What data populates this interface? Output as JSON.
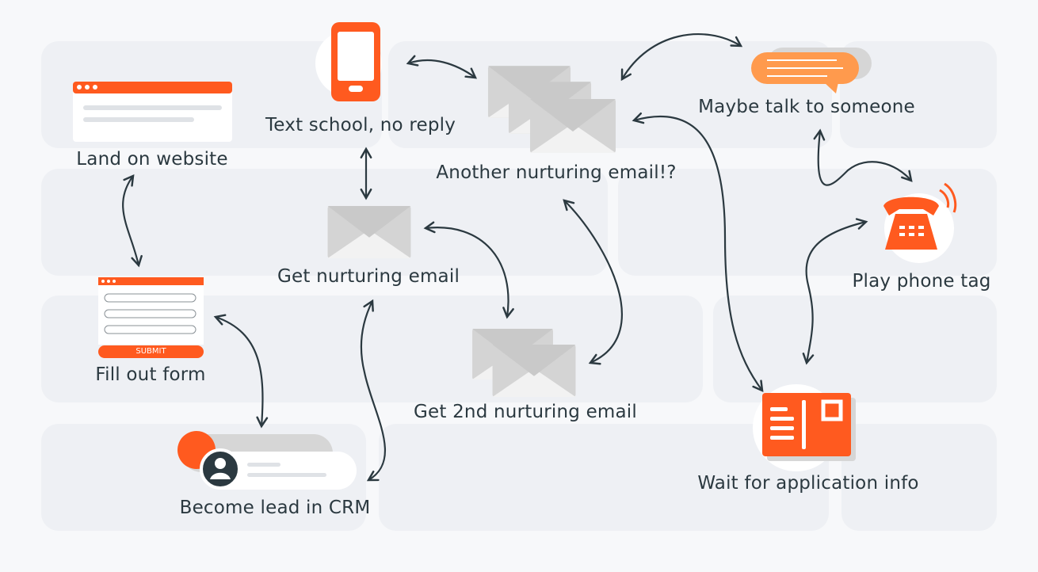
{
  "diagram": {
    "steps": {
      "land_on_website": "Land on website",
      "text_school": "Text school, no reply",
      "another_email": "Another nurturing email!?",
      "maybe_talk": "Maybe talk to someone",
      "phone_tag": "Play phone tag",
      "get_email": "Get nurturing email",
      "fill_form": "Fill out form",
      "second_email": "Get 2nd nurturing email",
      "wait_application": "Wait for application info",
      "become_lead": "Become lead in CRM"
    },
    "form_submit_label": "SUBMIT",
    "colors": {
      "accent": "#ff5a1f",
      "accent_light": "#ff9a4d",
      "ink": "#2b3940",
      "envelope": "#d6d6d6",
      "panel": "#eef0f4"
    }
  }
}
